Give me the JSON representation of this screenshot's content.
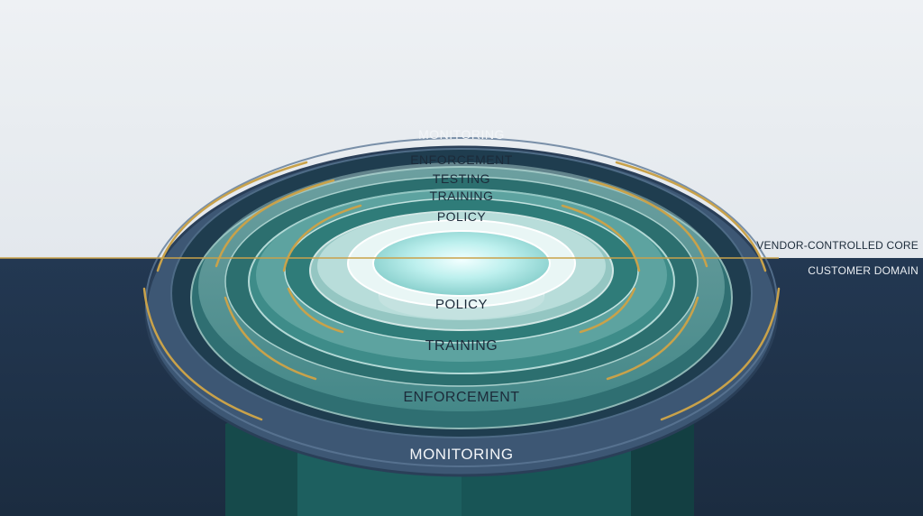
{
  "rings_back": {
    "monitoring": "MONITORING",
    "enforcement": "ENFORCEMENT",
    "testing": "TESTING",
    "training": "TRAINING",
    "policy": "POLICY"
  },
  "rings_front": {
    "policy": "POLICY",
    "training": "TRAINING",
    "enforcement": "ENFORCEMENT",
    "monitoring": "MONITORING"
  },
  "boundary": {
    "upper_label": "VENDOR-CONTROLLED CORE",
    "lower_label": "CUSTOMER DOMAIN"
  },
  "colors": {
    "sky": "#e9edf1",
    "navy": "#1f3147",
    "teal": "#1f6f6f",
    "gold": "#c9a24a",
    "ring_dark": "#3d5774",
    "ring_glass": "#8fc3c0",
    "core_glow": "#dff7f7"
  }
}
